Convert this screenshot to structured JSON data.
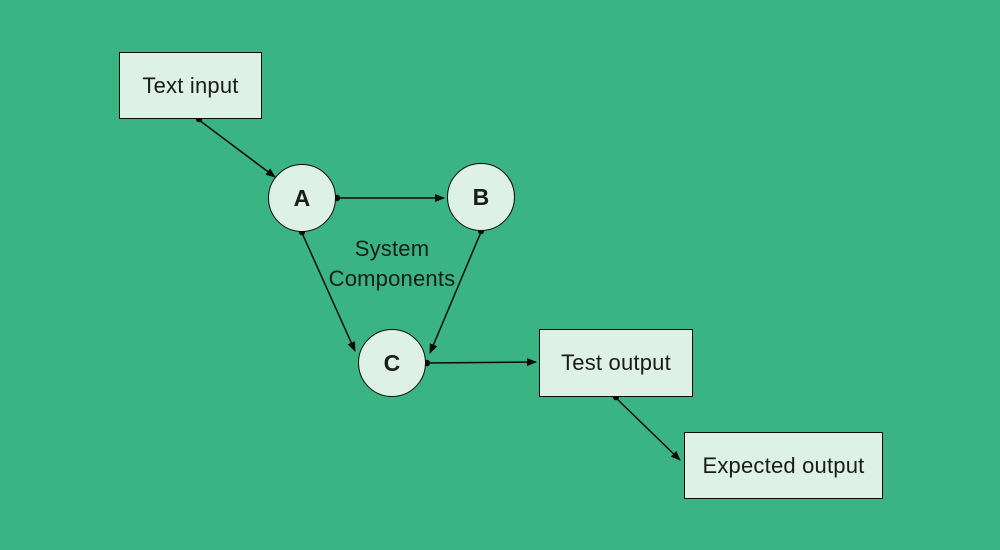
{
  "theme": {
    "bg": "#3ab482",
    "node_fill": "#ddf1e7",
    "line": "#0b0b0b",
    "text": "#1b1b1b"
  },
  "nodes": {
    "text_input": {
      "label": "Text input",
      "shape": "rectangle"
    },
    "a": {
      "label": "A",
      "shape": "circle"
    },
    "b": {
      "label": "B",
      "shape": "circle"
    },
    "c": {
      "label": "C",
      "shape": "circle"
    },
    "test_output": {
      "label": "Test output",
      "shape": "rectangle"
    },
    "expected_output": {
      "label": "Expected output",
      "shape": "rectangle"
    }
  },
  "caption": {
    "line1": "System",
    "line2": "Components"
  },
  "edges": [
    {
      "from": "text_input",
      "to": "a"
    },
    {
      "from": "a",
      "to": "b"
    },
    {
      "from": "a",
      "to": "c"
    },
    {
      "from": "b",
      "to": "c"
    },
    {
      "from": "c",
      "to": "test_output"
    },
    {
      "from": "test_output",
      "to": "expected_output"
    }
  ]
}
